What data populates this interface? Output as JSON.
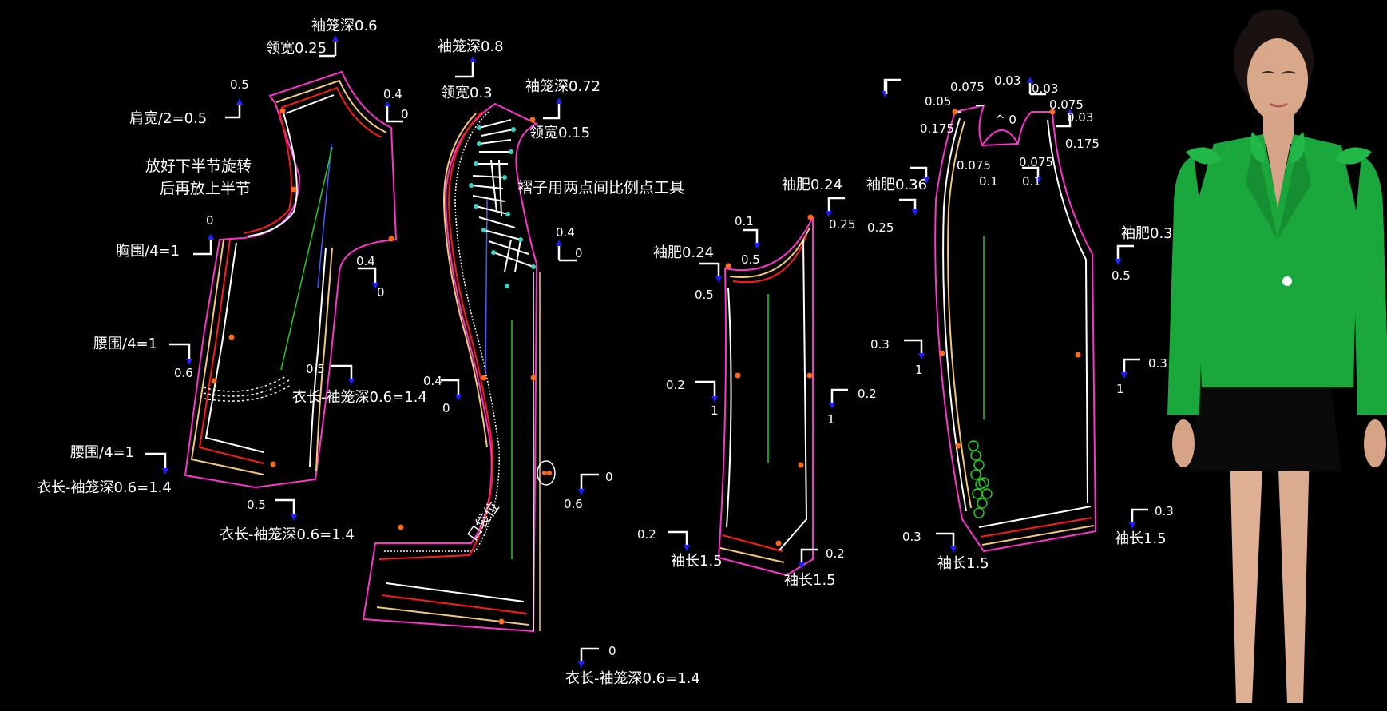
{
  "colors": {
    "background": "#000000",
    "cut_line": "#ff33cc",
    "seam_yellow": "#f2c879",
    "seam_red": "#ff1a1a",
    "net_white": "#ffffff",
    "grain_green": "#22cc22",
    "grain_blue": "#4a5aff",
    "point_orange": "#ff6a1a",
    "arrow_blue": "#2020ff",
    "jacket_green": "#1aa83c"
  },
  "labels": {
    "sleeve_depth_06": "袖笼深0.6",
    "neck_width_025": "领宽0.25",
    "shoulder_half": "肩宽/2=0.5",
    "bust_quarter": "胸围/4=1",
    "waist_quarter_1": "腰围/4=1",
    "waist_quarter_2": "腰围/4=1",
    "length_a": "衣长-袖笼深0.6=1.4",
    "length_b": "衣长-袖笼深0.6=1.4",
    "length_c": "衣长-袖笼深0.6=1.4",
    "length_d": "衣长-袖笼深0.6=1.4",
    "sleeve_depth_08": "袖笼深0.8",
    "neck_width_03": "领宽0.3",
    "sleeve_depth_072": "袖笼深0.72",
    "neck_width_015": "领宽0.15",
    "pocket": "口袋位",
    "sleeve_width_024a": "袖肥0.24",
    "sleeve_width_024b": "袖肥0.24",
    "sleeve_width_036": "袖肥0.36",
    "sleeve_width_03x": "袖肥0.3",
    "sleeve_len_a": "袖长1.5",
    "sleeve_len_b": "袖长1.5",
    "sleeve_len_c": "袖长1.5",
    "sleeve_len_d": "袖长1.5"
  },
  "notes": {
    "rotate_line1": "放好下半节旋转",
    "rotate_line2": "后再放上半节",
    "pleat_tool": "褶子用两点间比例点工具"
  },
  "numbers": {
    "n05_a": "0.5",
    "n04_a": "0.4",
    "n0_a": "0",
    "n0_b": "0",
    "n04_b": "0.4",
    "n0_c": "0",
    "n06_a": "0.6",
    "n05_b": "0.5",
    "n04_c": "0.4",
    "n0_d": "0",
    "n05_c": "0.5",
    "n04_d": "0.4",
    "n0_e": "0",
    "n0_f": "0",
    "n06_b": "0.6",
    "n0_g": "0",
    "n01_a": "0.1",
    "n05_d": "0.5",
    "n05_e": "0.5",
    "n025_a": "0.25",
    "n02_a": "0.2",
    "n1_a": "1",
    "n02_b": "0.2",
    "n1_b": "1",
    "n02_c": "0.2",
    "n02_d": "0.2",
    "n0075_a": "0.075",
    "n003_a": "0.03",
    "n003_b": "0.03",
    "n0075_b": "0.075",
    "n005": "0.05",
    "n0175_a": "0.175",
    "n003_c": "0.03",
    "n0175_b": "0.175",
    "caret0": "^ 0",
    "n0075_c": "0.075",
    "n01_b": "0.1",
    "n0075_d": "0.075",
    "n01_c": "0.1",
    "n025_b": "0.25",
    "n05_f": "0.5",
    "n03_a": "0.3",
    "n1_c": "1",
    "n03_b": "0.3",
    "n1_d": "1",
    "n03_c": "0.3",
    "n03_d": "0.3"
  },
  "figure": {
    "description_icon": "jacket-model-figure"
  }
}
